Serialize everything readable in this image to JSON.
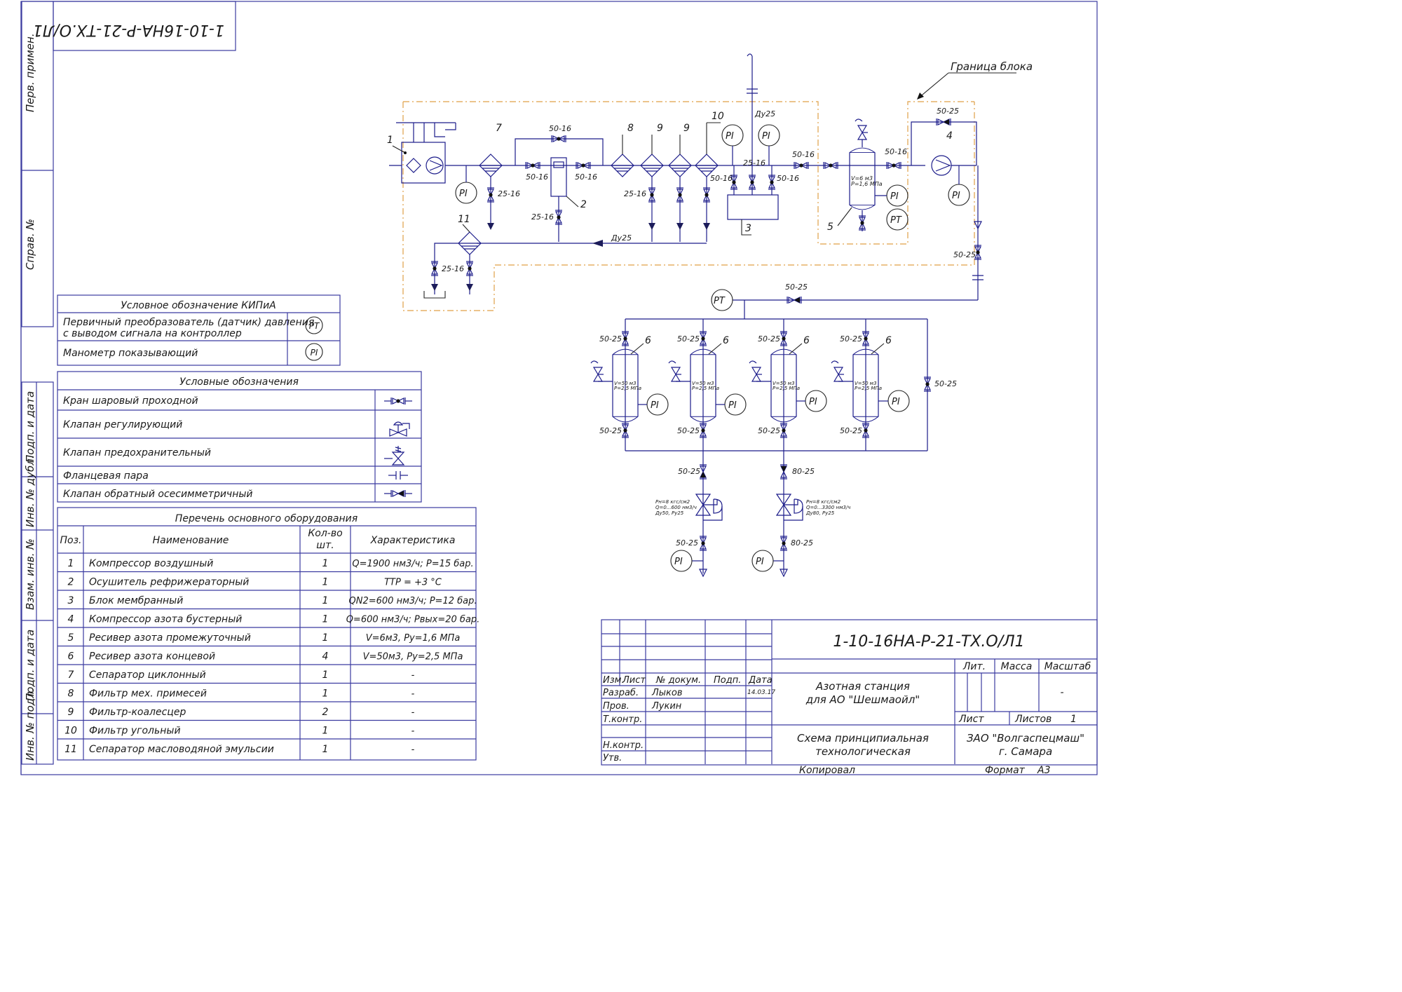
{
  "doc_code": "1-10-16НА-Р-21-ТХ.О/Л1",
  "doc_code_rotated": "1-10-16НА-Р-21-ТХ.О/Л1",
  "side_stamps": [
    "Перв. примен.",
    "Справ. №",
    "Подп. и дата",
    "Инв. № дубл.",
    "Взам. инв. №",
    "Подп. и дата",
    "Инв. № подл."
  ],
  "boundary_label": "Граница блока",
  "diagram": {
    "positions": [
      "1",
      "2",
      "3",
      "4",
      "5",
      "6",
      "6",
      "6",
      "6",
      "7",
      "8",
      "9",
      "9",
      "10",
      "11"
    ],
    "pipe_labels": {
      "dn25_top": "Ду25",
      "dn25_drain": "Ду25",
      "v50_16": "50-16",
      "v25_16": "25-16",
      "v50_25": "50-25",
      "v80_25": "80-25"
    },
    "instruments": {
      "pi": "PI",
      "pt": "PT"
    },
    "receiver5": [
      "V=6 м3",
      "P=1,6 МПа"
    ],
    "receiver6": [
      "V=50 м3",
      "P=2,5 МПа"
    ],
    "reg_left": [
      "Рн=8 кгс/см2",
      "Q=0...600 нм3/ч",
      "Ду50, Ру25"
    ],
    "reg_right": [
      "Рн=8 кгс/см2",
      "Q=0...3300 нм3/ч",
      "Ду80, Ру25"
    ]
  },
  "kip_legend": {
    "title": "Условное обозначение КИПиА",
    "rows": [
      {
        "text1": "Первичный преобразователь (датчик) давления",
        "text2": "с выводом сигнала на контроллер",
        "symbol": "PT"
      },
      {
        "text1": "Манометр показывающий",
        "symbol": "PI"
      }
    ]
  },
  "symbols_legend": {
    "title": "Условные обозначения",
    "rows": [
      "Кран шаровый проходной",
      "Клапан регулирующий",
      "Клапан предохранительный",
      "Фланцевая пара",
      "Клапан обратный осесимметричный"
    ]
  },
  "equipment": {
    "title": "Перечень основного оборудования",
    "headers": {
      "pos": "Поз.",
      "name": "Наименование",
      "qty1": "Кол-во",
      "qty2": "шт.",
      "char": "Характеристика"
    },
    "rows": [
      {
        "pos": "1",
        "name": "Компрессор воздушный",
        "qty": "1",
        "char": "Q=1900 нм3/ч; P=15 бар."
      },
      {
        "pos": "2",
        "name": "Осушитель рефрижераторный",
        "qty": "1",
        "char": "ТТР = +3 °С"
      },
      {
        "pos": "3",
        "name": "Блок мембранный",
        "qty": "1",
        "char": "QN2=600 нм3/ч; P=12 бар."
      },
      {
        "pos": "4",
        "name": "Компрессор азота бустерный",
        "qty": "1",
        "char": "Q=600 нм3/ч; Рвых=20 бар."
      },
      {
        "pos": "5",
        "name": "Ресивер азота промежуточный",
        "qty": "1",
        "char": "V=6м3, Ру=1,6 МПа"
      },
      {
        "pos": "6",
        "name": "Ресивер азота концевой",
        "qty": "4",
        "char": "V=50м3, Ру=2,5 МПа"
      },
      {
        "pos": "7",
        "name": "Сепаратор циклонный",
        "qty": "1",
        "char": "-"
      },
      {
        "pos": "8",
        "name": "Фильтр мех. примесей",
        "qty": "1",
        "char": "-"
      },
      {
        "pos": "9",
        "name": "Фильтр-коалесцер",
        "qty": "2",
        "char": "-"
      },
      {
        "pos": "10",
        "name": "Фильтр угольный",
        "qty": "1",
        "char": "-"
      },
      {
        "pos": "11",
        "name": "Сепаратор масловодяной эмульсии",
        "qty": "1",
        "char": "-"
      }
    ]
  },
  "title_block": {
    "code": "1-10-16НА-Р-21-ТХ.О/Л1",
    "col_headers": [
      "Изм.",
      "Лист",
      "№ докум.",
      "Подп.",
      "Дата"
    ],
    "razrab_label": "Разраб.",
    "razrab_name": "Лыков",
    "date": "14.03.17",
    "prov_label": "Пров.",
    "prov_name": "Лукин",
    "tkontr": "Т.контр.",
    "nkontr": "Н.контр.",
    "utv": "Утв.",
    "project1": "Азотная станция",
    "project2": "для АО \"Шешмаойл\"",
    "drawing1": "Схема принципиальная",
    "drawing2": "технологическая",
    "lit": "Лит.",
    "mass": "Масса",
    "scale": "Масштаб",
    "scale_val": "-",
    "sheet": "Лист",
    "sheets": "Листов",
    "sheets_val": "1",
    "org1": "ЗАО \"Волгаспецмаш\"",
    "org2": "г. Самара",
    "copied": "Копировал",
    "format": "Формат",
    "format_val": "А3"
  }
}
